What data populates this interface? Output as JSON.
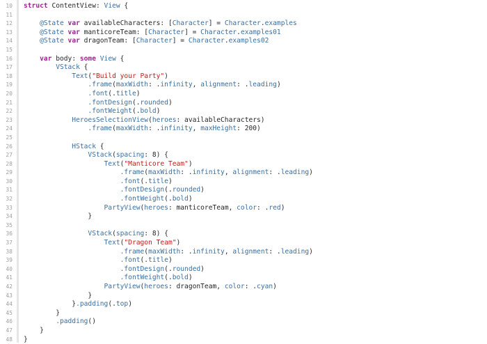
{
  "editor": {
    "lines": [
      {
        "n": "10",
        "tokens": [
          {
            "t": "struct ",
            "c": "k"
          },
          {
            "t": "ContentView",
            "c": "p"
          },
          {
            "t": ": ",
            "c": "p"
          },
          {
            "t": "View",
            "c": "t"
          },
          {
            "t": " {",
            "c": "p"
          }
        ]
      },
      {
        "n": "11",
        "tokens": []
      },
      {
        "n": "12",
        "tokens": [
          {
            "t": "    @State ",
            "c": "t"
          },
          {
            "t": "var ",
            "c": "k"
          },
          {
            "t": "availableCharacters: [",
            "c": "p"
          },
          {
            "t": "Character",
            "c": "t"
          },
          {
            "t": "] = ",
            "c": "p"
          },
          {
            "t": "Character",
            "c": "t"
          },
          {
            "t": ".",
            "c": "p"
          },
          {
            "t": "examples",
            "c": "t"
          }
        ]
      },
      {
        "n": "13",
        "tokens": [
          {
            "t": "    @State ",
            "c": "t"
          },
          {
            "t": "var ",
            "c": "k"
          },
          {
            "t": "manticoreTeam: [",
            "c": "p"
          },
          {
            "t": "Character",
            "c": "t"
          },
          {
            "t": "] = ",
            "c": "p"
          },
          {
            "t": "Character",
            "c": "t"
          },
          {
            "t": ".",
            "c": "p"
          },
          {
            "t": "examples01",
            "c": "t"
          }
        ]
      },
      {
        "n": "14",
        "tokens": [
          {
            "t": "    @State ",
            "c": "t"
          },
          {
            "t": "var ",
            "c": "k"
          },
          {
            "t": "dragonTeam: [",
            "c": "p"
          },
          {
            "t": "Character",
            "c": "t"
          },
          {
            "t": "] = ",
            "c": "p"
          },
          {
            "t": "Character",
            "c": "t"
          },
          {
            "t": ".",
            "c": "p"
          },
          {
            "t": "examples02",
            "c": "t"
          }
        ]
      },
      {
        "n": "15",
        "tokens": []
      },
      {
        "n": "16",
        "tokens": [
          {
            "t": "    var ",
            "c": "k"
          },
          {
            "t": "body: ",
            "c": "p"
          },
          {
            "t": "some ",
            "c": "k"
          },
          {
            "t": "View",
            "c": "t"
          },
          {
            "t": " {",
            "c": "p"
          }
        ]
      },
      {
        "n": "17",
        "tokens": [
          {
            "t": "        VStack",
            "c": "t"
          },
          {
            "t": " {",
            "c": "p"
          }
        ]
      },
      {
        "n": "18",
        "tokens": [
          {
            "t": "            Text",
            "c": "t"
          },
          {
            "t": "(",
            "c": "p"
          },
          {
            "t": "\"Build your Party\"",
            "c": "s"
          },
          {
            "t": ")",
            "c": "p"
          }
        ]
      },
      {
        "n": "19",
        "tokens": [
          {
            "t": "                .frame",
            "c": "t"
          },
          {
            "t": "(",
            "c": "p"
          },
          {
            "t": "maxWidth",
            "c": "t"
          },
          {
            "t": ": .",
            "c": "p"
          },
          {
            "t": "infinity",
            "c": "t"
          },
          {
            "t": ", ",
            "c": "p"
          },
          {
            "t": "alignment",
            "c": "t"
          },
          {
            "t": ": .",
            "c": "p"
          },
          {
            "t": "leading",
            "c": "t"
          },
          {
            "t": ")",
            "c": "p"
          }
        ]
      },
      {
        "n": "20",
        "tokens": [
          {
            "t": "                .font",
            "c": "t"
          },
          {
            "t": "(.",
            "c": "p"
          },
          {
            "t": "title",
            "c": "t"
          },
          {
            "t": ")",
            "c": "p"
          }
        ]
      },
      {
        "n": "21",
        "tokens": [
          {
            "t": "                .fontDesign",
            "c": "t"
          },
          {
            "t": "(.",
            "c": "p"
          },
          {
            "t": "rounded",
            "c": "t"
          },
          {
            "t": ")",
            "c": "p"
          }
        ]
      },
      {
        "n": "22",
        "tokens": [
          {
            "t": "                .fontWeight",
            "c": "t"
          },
          {
            "t": "(.",
            "c": "p"
          },
          {
            "t": "bold",
            "c": "t"
          },
          {
            "t": ")",
            "c": "p"
          }
        ]
      },
      {
        "n": "23",
        "tokens": [
          {
            "t": "            HeroesSelectionView",
            "c": "t"
          },
          {
            "t": "(",
            "c": "p"
          },
          {
            "t": "heroes",
            "c": "t"
          },
          {
            "t": ": availableCharacters)",
            "c": "p"
          }
        ]
      },
      {
        "n": "24",
        "tokens": [
          {
            "t": "                .frame",
            "c": "t"
          },
          {
            "t": "(",
            "c": "p"
          },
          {
            "t": "maxWidth",
            "c": "t"
          },
          {
            "t": ": .",
            "c": "p"
          },
          {
            "t": "infinity",
            "c": "t"
          },
          {
            "t": ", ",
            "c": "p"
          },
          {
            "t": "maxHeight",
            "c": "t"
          },
          {
            "t": ": 200)",
            "c": "p"
          }
        ]
      },
      {
        "n": "25",
        "tokens": []
      },
      {
        "n": "26",
        "tokens": [
          {
            "t": "            HStack",
            "c": "t"
          },
          {
            "t": " {",
            "c": "p"
          }
        ]
      },
      {
        "n": "27",
        "tokens": [
          {
            "t": "                VStack",
            "c": "t"
          },
          {
            "t": "(",
            "c": "p"
          },
          {
            "t": "spacing",
            "c": "t"
          },
          {
            "t": ": 8) {",
            "c": "p"
          }
        ]
      },
      {
        "n": "28",
        "tokens": [
          {
            "t": "                    Text",
            "c": "t"
          },
          {
            "t": "(",
            "c": "p"
          },
          {
            "t": "\"Manticore Team\"",
            "c": "s"
          },
          {
            "t": ")",
            "c": "p"
          }
        ]
      },
      {
        "n": "29",
        "tokens": [
          {
            "t": "                        .frame",
            "c": "t"
          },
          {
            "t": "(",
            "c": "p"
          },
          {
            "t": "maxWidth",
            "c": "t"
          },
          {
            "t": ": .",
            "c": "p"
          },
          {
            "t": "infinity",
            "c": "t"
          },
          {
            "t": ", ",
            "c": "p"
          },
          {
            "t": "alignment",
            "c": "t"
          },
          {
            "t": ": .",
            "c": "p"
          },
          {
            "t": "leading",
            "c": "t"
          },
          {
            "t": ")",
            "c": "p"
          }
        ]
      },
      {
        "n": "30",
        "tokens": [
          {
            "t": "                        .font",
            "c": "t"
          },
          {
            "t": "(.",
            "c": "p"
          },
          {
            "t": "title",
            "c": "t"
          },
          {
            "t": ")",
            "c": "p"
          }
        ]
      },
      {
        "n": "31",
        "tokens": [
          {
            "t": "                        .fontDesign",
            "c": "t"
          },
          {
            "t": "(.",
            "c": "p"
          },
          {
            "t": "rounded",
            "c": "t"
          },
          {
            "t": ")",
            "c": "p"
          }
        ]
      },
      {
        "n": "32",
        "tokens": [
          {
            "t": "                        .fontWeight",
            "c": "t"
          },
          {
            "t": "(.",
            "c": "p"
          },
          {
            "t": "bold",
            "c": "t"
          },
          {
            "t": ")",
            "c": "p"
          }
        ]
      },
      {
        "n": "33",
        "tokens": [
          {
            "t": "                    PartyView",
            "c": "t"
          },
          {
            "t": "(",
            "c": "p"
          },
          {
            "t": "heroes",
            "c": "t"
          },
          {
            "t": ": manticoreTeam, ",
            "c": "p"
          },
          {
            "t": "color",
            "c": "t"
          },
          {
            "t": ": .",
            "c": "p"
          },
          {
            "t": "red",
            "c": "t"
          },
          {
            "t": ")",
            "c": "p"
          }
        ]
      },
      {
        "n": "34",
        "tokens": [
          {
            "t": "                }",
            "c": "p"
          }
        ]
      },
      {
        "n": "35",
        "tokens": []
      },
      {
        "n": "36",
        "tokens": [
          {
            "t": "                VStack",
            "c": "t"
          },
          {
            "t": "(",
            "c": "p"
          },
          {
            "t": "spacing",
            "c": "t"
          },
          {
            "t": ": 8) {",
            "c": "p"
          }
        ]
      },
      {
        "n": "37",
        "tokens": [
          {
            "t": "                    Text",
            "c": "t"
          },
          {
            "t": "(",
            "c": "p"
          },
          {
            "t": "\"Dragon Team\"",
            "c": "s"
          },
          {
            "t": ")",
            "c": "p"
          }
        ]
      },
      {
        "n": "38",
        "tokens": [
          {
            "t": "                        .frame",
            "c": "t"
          },
          {
            "t": "(",
            "c": "p"
          },
          {
            "t": "maxWidth",
            "c": "t"
          },
          {
            "t": ": .",
            "c": "p"
          },
          {
            "t": "infinity",
            "c": "t"
          },
          {
            "t": ", ",
            "c": "p"
          },
          {
            "t": "alignment",
            "c": "t"
          },
          {
            "t": ": .",
            "c": "p"
          },
          {
            "t": "leading",
            "c": "t"
          },
          {
            "t": ")",
            "c": "p"
          }
        ]
      },
      {
        "n": "39",
        "tokens": [
          {
            "t": "                        .font",
            "c": "t"
          },
          {
            "t": "(.",
            "c": "p"
          },
          {
            "t": "title",
            "c": "t"
          },
          {
            "t": ")",
            "c": "p"
          }
        ]
      },
      {
        "n": "40",
        "tokens": [
          {
            "t": "                        .fontDesign",
            "c": "t"
          },
          {
            "t": "(.",
            "c": "p"
          },
          {
            "t": "rounded",
            "c": "t"
          },
          {
            "t": ")",
            "c": "p"
          }
        ]
      },
      {
        "n": "41",
        "tokens": [
          {
            "t": "                        .fontWeight",
            "c": "t"
          },
          {
            "t": "(.",
            "c": "p"
          },
          {
            "t": "bold",
            "c": "t"
          },
          {
            "t": ")",
            "c": "p"
          }
        ]
      },
      {
        "n": "42",
        "tokens": [
          {
            "t": "                    PartyView",
            "c": "t"
          },
          {
            "t": "(",
            "c": "p"
          },
          {
            "t": "heroes",
            "c": "t"
          },
          {
            "t": ": dragonTeam, ",
            "c": "p"
          },
          {
            "t": "color",
            "c": "t"
          },
          {
            "t": ": .",
            "c": "p"
          },
          {
            "t": "cyan",
            "c": "t"
          },
          {
            "t": ")",
            "c": "p"
          }
        ]
      },
      {
        "n": "43",
        "tokens": [
          {
            "t": "                }",
            "c": "p"
          }
        ]
      },
      {
        "n": "44",
        "tokens": [
          {
            "t": "            }",
            "c": "p"
          },
          {
            "t": ".padding",
            "c": "t"
          },
          {
            "t": "(.",
            "c": "p"
          },
          {
            "t": "top",
            "c": "t"
          },
          {
            "t": ")",
            "c": "p"
          }
        ]
      },
      {
        "n": "45",
        "tokens": [
          {
            "t": "        }",
            "c": "p"
          }
        ]
      },
      {
        "n": "46",
        "tokens": [
          {
            "t": "        .padding",
            "c": "t"
          },
          {
            "t": "()",
            "c": "p"
          }
        ]
      },
      {
        "n": "47",
        "tokens": [
          {
            "t": "    }",
            "c": "p"
          }
        ]
      },
      {
        "n": "48",
        "tokens": [
          {
            "t": "}",
            "c": "p"
          }
        ]
      }
    ]
  }
}
